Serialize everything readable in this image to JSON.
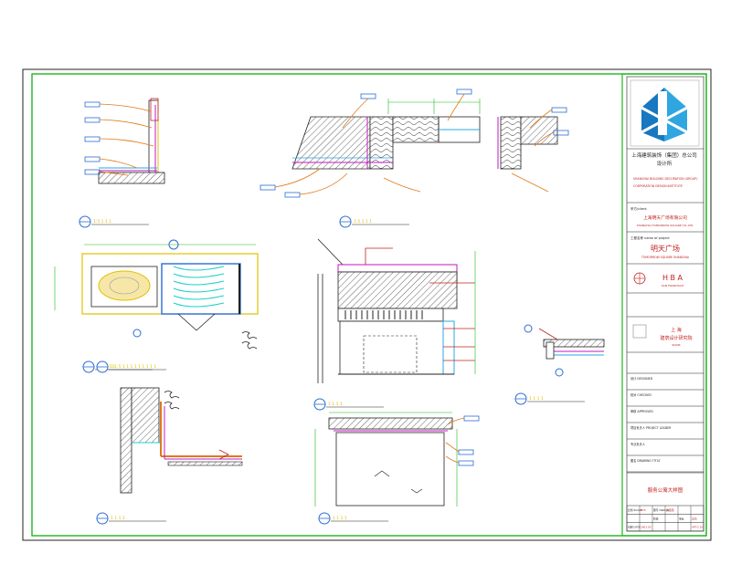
{
  "drawing_labels": [
    {
      "id": "d1",
      "title": "1:5 1 1 1"
    },
    {
      "id": "d2",
      "title": "1:5 1 1 1"
    },
    {
      "id": "d3",
      "title": "1 1 1 1 1"
    },
    {
      "id": "d4",
      "title": "1 1:5 1 1 1 1 1 1 1 1 1"
    },
    {
      "id": "d5",
      "title": "1 1 1 1"
    },
    {
      "id": "d6",
      "title": "1 1 1 1"
    },
    {
      "id": "d7",
      "title": "1 1 1 1"
    },
    {
      "id": "d8",
      "title": "1 1 1 1"
    }
  ],
  "title_block": {
    "institute_cn": "上海建筑装饰（集团）总公司",
    "institute_cn2": "设计所",
    "institute_en1": "SHANGHAI BUILDING DECORATION (GROUP)",
    "institute_en2": "CORPORATION DESIGN INSTITUTE",
    "client_label": "甲方/client",
    "client_cn": "上海明天广场有限公司",
    "client_en": "SHANGHAI TOMORROW SQUARE CO.,LTD.",
    "project_label": "工程名称  name of project",
    "project_cn": "明天广场",
    "project_en": "TOMORROW SQUARE SHANGHAI",
    "firm_logo": "H B A",
    "firm_city": "SAN FRANCISCO",
    "design_inst_cn1": "上    海",
    "design_inst_cn2": "建筑设计研究院",
    "design_inst_en": "SIADR",
    "rows": [
      "设计 DESIGNED",
      "校对 CHECKED",
      "审核 APPROVED",
      "项目负责人 PROJECT LEADER",
      "专业负责人",
      "图名 DRAWING TITLE"
    ],
    "drawing_title": "服务公寓大样图",
    "bottom": [
      [
        "比例 SCALE",
        "NTS",
        "图号 DWG NO.",
        "施工图"
      ],
      [
        "",
        "",
        "阶段",
        "",
        "专业",
        "室内"
      ],
      [
        "日期 DATE",
        "2001.05",
        "",
        "",
        "",
        "APT-2.10"
      ]
    ]
  }
}
